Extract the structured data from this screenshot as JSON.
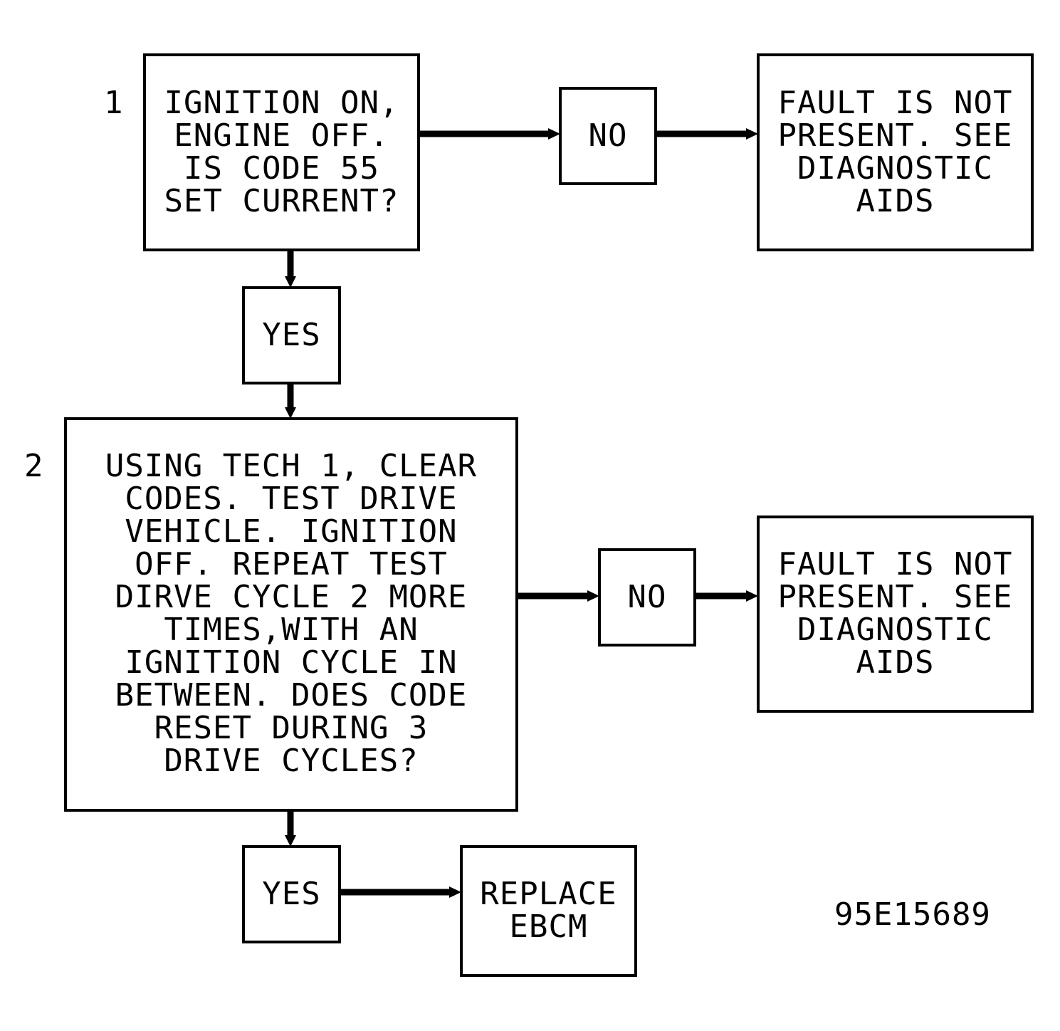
{
  "steps": [
    {
      "number": "1",
      "text": "IGNITION ON,\nENGINE OFF.\nIS CODE 55\nSET CURRENT?"
    },
    {
      "number": "2",
      "text": "USING TECH 1, CLEAR\nCODES. TEST DRIVE\nVEHICLE. IGNITION\nOFF. REPEAT TEST\nDIRVE CYCLE 2 MORE\nTIMES,WITH AN\nIGNITION CYCLE IN\nBETWEEN. DOES CODE\nRESET DURING 3\nDRIVE CYCLES?"
    }
  ],
  "decisions": {
    "step1_no": "NO",
    "step1_yes": "YES",
    "step2_no": "NO",
    "step2_yes": "YES"
  },
  "outcomes": {
    "step1_no_result": "FAULT IS NOT\nPRESENT. SEE\nDIAGNOSTIC\nAIDS",
    "step2_no_result": "FAULT IS NOT\nPRESENT. SEE\nDIAGNOSTIC\nAIDS",
    "step2_yes_result": "REPLACE\nEBCM"
  },
  "figure_ref": "95E15689"
}
